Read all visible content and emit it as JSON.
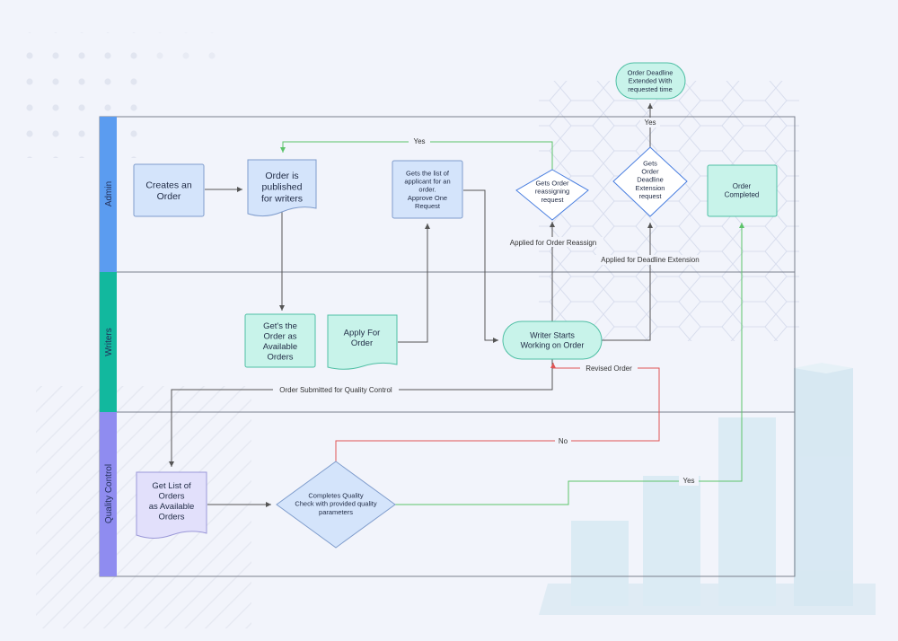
{
  "lanes": {
    "admin": "Admin",
    "writers": "Writers",
    "quality_control": "Quality Control"
  },
  "nodes": {
    "creates_order": [
      "Creates an",
      "Order"
    ],
    "order_published": [
      "Order is",
      "published",
      "for writers"
    ],
    "gets_list_applicants": [
      "Gets the list of",
      "applicant for an",
      "order.",
      "Approve One",
      "Request"
    ],
    "reassign_request": [
      "Gets Order",
      "reassigning",
      "request"
    ],
    "deadline_request": [
      "Gets",
      "Order",
      "Deadline",
      "Extension",
      "request"
    ],
    "order_completed": [
      "Order",
      "Completed"
    ],
    "deadline_extended": [
      "Order Deadline",
      "Extended With",
      "requested time"
    ],
    "available_orders": [
      "Get's the",
      "Order as",
      "Available",
      "Orders"
    ],
    "apply_for_order": [
      "Apply For",
      "Order"
    ],
    "writer_starts": [
      "Writer Starts",
      "Working on Order"
    ],
    "qc_get_list": [
      "Get List of",
      "Orders",
      "as Available",
      "Orders"
    ],
    "qc_check": [
      "Completes Quality",
      "Check with provided quality",
      "parameters"
    ]
  },
  "edge_labels": {
    "yes_republish": "Yes",
    "yes_extended": "Yes",
    "applied_reassign": "Applied for Order Reassign",
    "applied_deadline": "Applied for Deadline Extension",
    "submitted_qc": "Order Submitted for Quality Control",
    "revised_order": "Revised Order",
    "no": "No",
    "yes_completed": "Yes"
  },
  "colors": {
    "lane_admin": "#5b9cf0",
    "lane_writers": "#12b89e",
    "lane_qc": "#8f8cf0",
    "node_blue": "#d4e4fb",
    "node_green": "#c8f3ea",
    "node_purple": "#e2e0fb",
    "edge_gray": "#555555",
    "edge_green": "#5cc36a",
    "edge_red": "#e05555"
  }
}
